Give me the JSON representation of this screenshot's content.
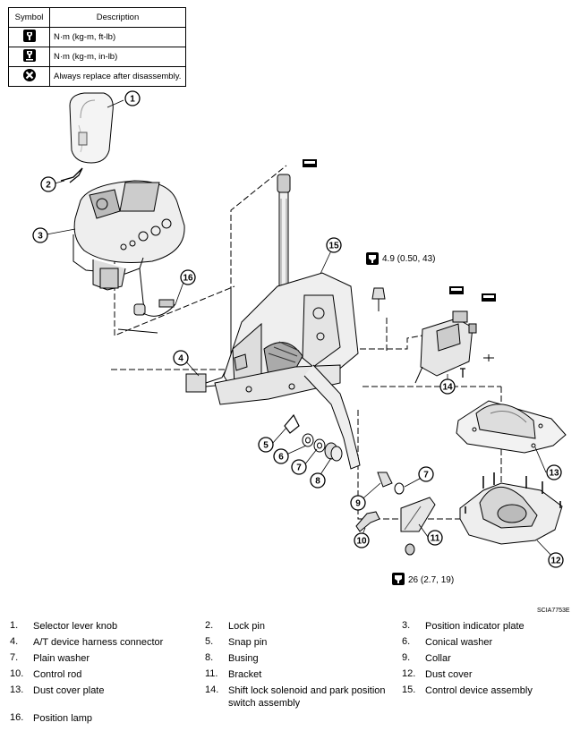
{
  "table": {
    "header_symbol": "Symbol",
    "header_description": "Description",
    "rows": [
      {
        "icon": "torque-wrench-icon",
        "description": "N·m (kg-m, ft-lb)"
      },
      {
        "icon": "torque-wrench-small-icon",
        "description": "N·m (kg-m, in-lb)"
      },
      {
        "icon": "replace-icon",
        "description": "Always replace after disassembly."
      }
    ]
  },
  "torque_specs": {
    "upper": "4.9 (0.50, 43)",
    "lower": "26 (2.7, 19)"
  },
  "figure_id": "SCIA7753E",
  "callouts": [
    "1",
    "2",
    "3",
    "4",
    "5",
    "6",
    "7",
    "8",
    "9",
    "10",
    "11",
    "12",
    "13",
    "14",
    "15",
    "16",
    "7"
  ],
  "legend": [
    {
      "number": "1.",
      "label": "Selector lever knob"
    },
    {
      "number": "2.",
      "label": "Lock pin"
    },
    {
      "number": "3.",
      "label": "Position indicator plate"
    },
    {
      "number": "4.",
      "label": "A/T device harness connector"
    },
    {
      "number": "5.",
      "label": "Snap pin"
    },
    {
      "number": "6.",
      "label": "Conical washer"
    },
    {
      "number": "7.",
      "label": "Plain washer"
    },
    {
      "number": "8.",
      "label": "Busing"
    },
    {
      "number": "9.",
      "label": "Collar"
    },
    {
      "number": "10.",
      "label": "Control rod"
    },
    {
      "number": "11.",
      "label": "Bracket"
    },
    {
      "number": "12.",
      "label": "Dust cover"
    },
    {
      "number": "13.",
      "label": "Dust cover plate"
    },
    {
      "number": "14.",
      "label": "Shift lock solenoid and park position switch assembly"
    },
    {
      "number": "15.",
      "label": "Control device assembly"
    },
    {
      "number": "16.",
      "label": "Position lamp"
    }
  ]
}
